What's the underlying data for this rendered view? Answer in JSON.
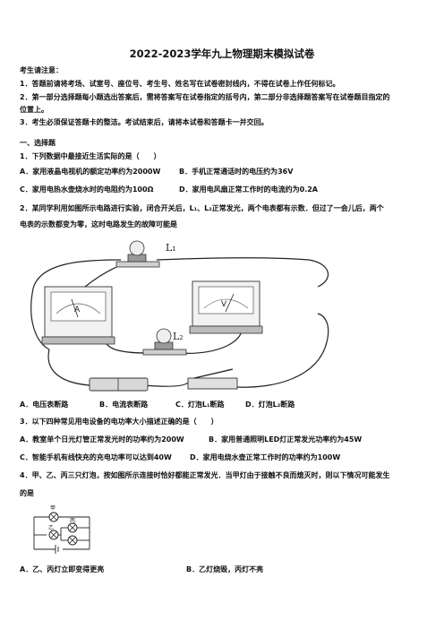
{
  "title": "2022-2023学年九上物理期末模拟试卷",
  "notice": {
    "heading": "考生请注意：",
    "items": [
      "1．答题前请将考场、试室号、座位号、考生号、姓名写在试卷密封线内，不得在试卷上作任何标记。",
      "2．第一部分选择题每小题选出答案后，需将答案写在试卷指定的括号内，第二部分非选择题答案写在试卷题目指定的",
      "位置上。",
      "3．考生必须保证答题卡的整洁。考试结束后，请将本试卷和答题卡一并交回。"
    ]
  },
  "section1": "一、选择题",
  "q1": {
    "stem": "1．下列数据中最接近生活实际的是（　　）",
    "a": "A．家用液晶电视机的额定功率约为2000W",
    "b": "B．手机正常通话时的电压约为36V",
    "c": "C．家用电热水壶烧水时的电阻约为100Ω",
    "d": "D．家用电风扇正常工作时的电流约为0.2A"
  },
  "q2": {
    "stem_line1": "2．某同学利用如图所示电路进行实验，闭合开关后，L₁、L₂正常发光，两个电表都有示数．但过了一会儿后，两个",
    "stem_line2": "电表的示数都变为零，这时电路发生的故障可能是",
    "figure_labels": {
      "l1": "L₁",
      "l2": "L₂",
      "ammeter": "A",
      "voltmeter": "V"
    },
    "a": "A．电压表断路",
    "b": "B．电流表断路",
    "c": "C．灯泡L₁断路",
    "d": "D．灯泡L₂断路"
  },
  "q3": {
    "stem": "3．以下四种常见用电设备的电功率大小描述正确的是（　　）",
    "a": "A．教室单个日光灯管正常发光时的功率约为200W",
    "b": "B．家用普通照明LED灯正常发光功率约为45W",
    "c": "C．智能手机有线快充的充电功率可以达到40W",
    "d": "D．家用电烧水壶正常工作时的功率约为100W"
  },
  "q4": {
    "stem_line1": "4．甲、乙、丙三只灯泡，按如图所示连接时恰好都能正常发光．当甲灯由于接触不良而熄灭时，则以下情况可能发生",
    "stem_line2": "的是",
    "figure_labels": {
      "jia": "甲",
      "yi": "乙",
      "bing": "丙"
    },
    "a": "A．乙、丙灯立即变得更亮",
    "b": "B．乙灯烧毁，丙灯不亮"
  }
}
